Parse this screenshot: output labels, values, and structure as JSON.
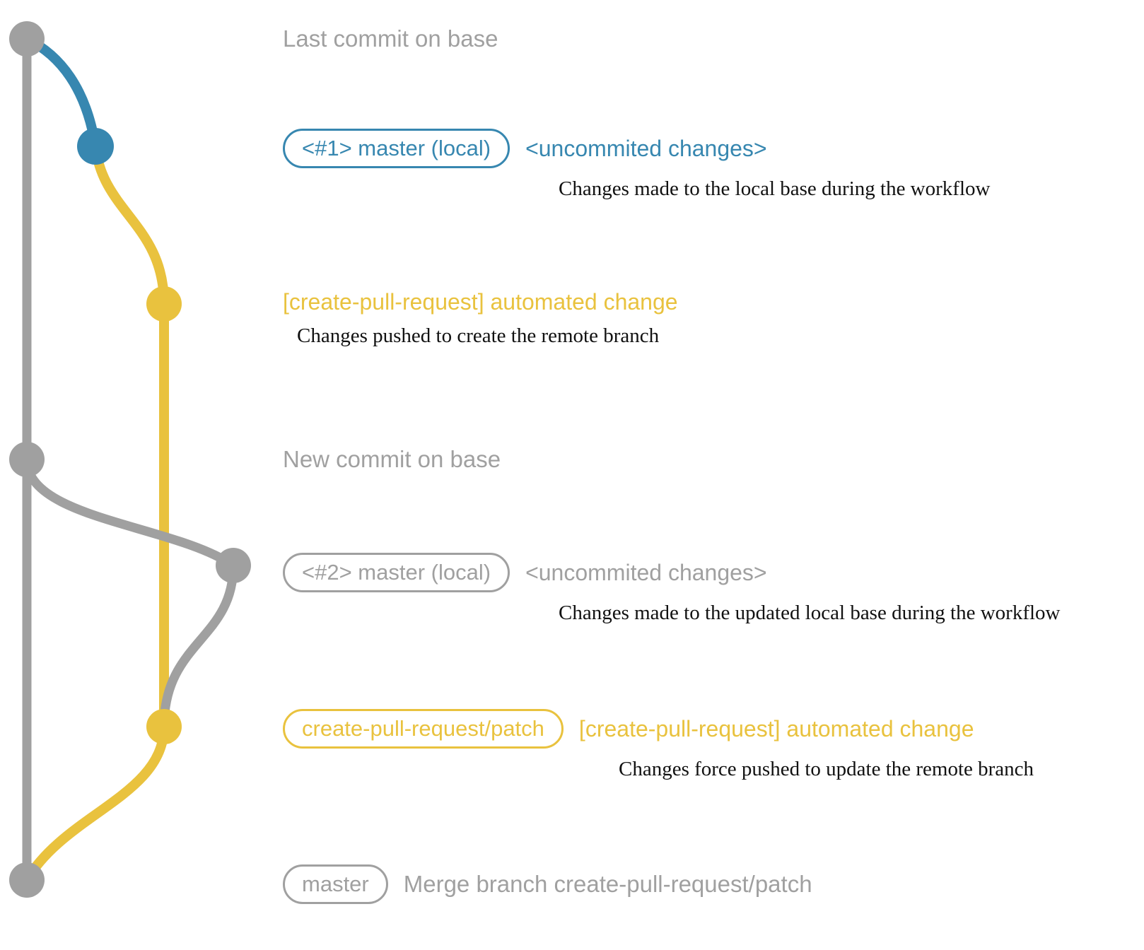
{
  "diagram": {
    "colors": {
      "gray": "#a0a0a0",
      "blue": "#3787b0",
      "yellow": "#e9c23e",
      "ink": "#111111"
    },
    "nodes": [
      "base-last-commit",
      "local-uncommitted-1",
      "pr-branch-commit-1",
      "base-new-commit",
      "local-uncommitted-2",
      "pr-branch-commit-2",
      "base-merge-commit"
    ]
  },
  "annotations": {
    "last_commit": {
      "text": "Last commit on base"
    },
    "commit1": {
      "badge": "<#1> master (local)",
      "title": "<uncommited changes>",
      "note": "Changes made to the local base during the workflow"
    },
    "push1": {
      "title": "[create-pull-request] automated change",
      "note": "Changes pushed to create the remote branch"
    },
    "new_commit": {
      "text": "New commit on base"
    },
    "commit2": {
      "badge": "<#2> master (local)",
      "title": "<uncommited changes>",
      "note": "Changes made to the updated local base during the workflow"
    },
    "push2": {
      "badge": "create-pull-request/patch",
      "title": "[create-pull-request] automated change",
      "note": "Changes force pushed to update the remote branch"
    },
    "merge": {
      "badge": "master",
      "title": "Merge branch create-pull-request/patch"
    }
  }
}
